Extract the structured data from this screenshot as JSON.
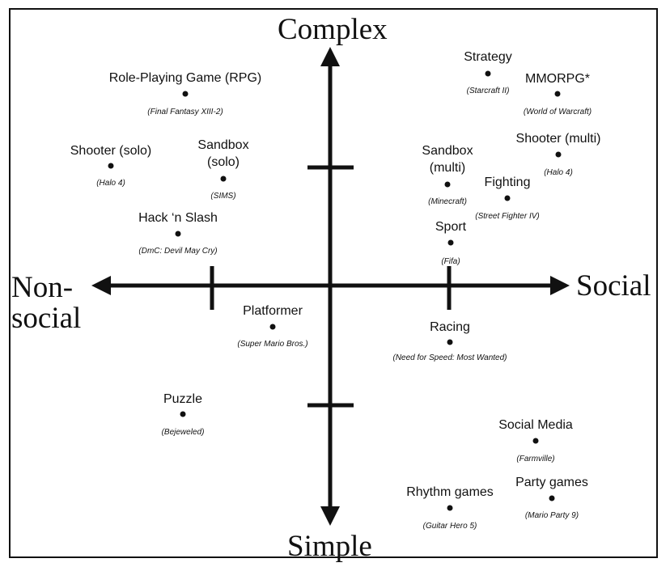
{
  "axes": {
    "top": "Complex",
    "bottom": "Simple",
    "left_line1": "Non-",
    "left_line2": "social",
    "right": "Social"
  },
  "genres": [
    {
      "id": "rpg",
      "label": "Role-Playing Game (RPG)",
      "example": "Final Fantasy XIII-2"
    },
    {
      "id": "strategy",
      "label": "Strategy",
      "example": "Starcraft II"
    },
    {
      "id": "mmorpg",
      "label": "MMORPG*",
      "example": "World of Warcraft"
    },
    {
      "id": "shooter-solo",
      "label": "Shooter (solo)",
      "example": "Halo 4"
    },
    {
      "id": "sandbox-solo",
      "label": "Sandbox\n(solo)",
      "example": "SIMS"
    },
    {
      "id": "shooter-multi",
      "label": "Shooter (multi)",
      "example": "Halo 4"
    },
    {
      "id": "sandbox-multi",
      "label": "Sandbox\n(multi)",
      "example": "Minecraft"
    },
    {
      "id": "fighting",
      "label": "Fighting",
      "example": "Street Fighter IV"
    },
    {
      "id": "hack-n-slash",
      "label": "Hack ‘n Slash",
      "example": "DmC: Devil May Cry"
    },
    {
      "id": "sport",
      "label": "Sport",
      "example": "Fifa"
    },
    {
      "id": "platformer",
      "label": "Platformer",
      "example": "Super Mario Bros."
    },
    {
      "id": "racing",
      "label": "Racing",
      "example": "Need for Speed: Most Wanted"
    },
    {
      "id": "puzzle",
      "label": "Puzzle",
      "example": "Bejeweled"
    },
    {
      "id": "social-media",
      "label": "Social Media",
      "example": "Farmville"
    },
    {
      "id": "rhythm",
      "label": "Rhythm games",
      "example": "Guitar Hero 5"
    },
    {
      "id": "party",
      "label": "Party games",
      "example": "Mario Party 9"
    }
  ]
}
